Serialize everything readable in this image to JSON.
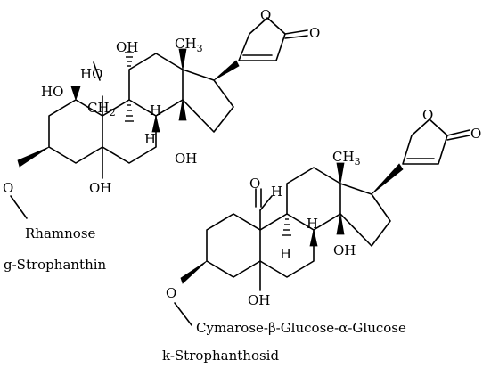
{
  "molecules": [
    {
      "name": "g-Strophanthin",
      "sugar": "Rhamnose",
      "groups": {
        "oh_c1": "HO",
        "ho_c19": "HO",
        "ch2_c19": "CH",
        "ch2_sub": "2",
        "oh_c11": "OH",
        "oh_c5": "OH",
        "oh_c14": "OH",
        "h_c9": "H",
        "h_c8": "H",
        "ch3_c13": "CH",
        "ch3_sub": "3",
        "o_c3": "O",
        "lactone_o_ring": "O",
        "lactone_o_carbonyl": "O"
      }
    },
    {
      "name": "k-Strophanthosid",
      "sugar": "Cymarose-β-Glucose-α-Glucose",
      "groups": {
        "o_aldehyde": "O",
        "h_aldehyde": "H",
        "h_c9": "H",
        "h_c8": "H",
        "ch3_c13": "CH",
        "ch3_sub": "3",
        "oh_c14": "OH",
        "oh_c5": "OH",
        "o_c3": "O",
        "lactone_o_ring": "O",
        "lactone_o_carbonyl": "O"
      }
    }
  ]
}
